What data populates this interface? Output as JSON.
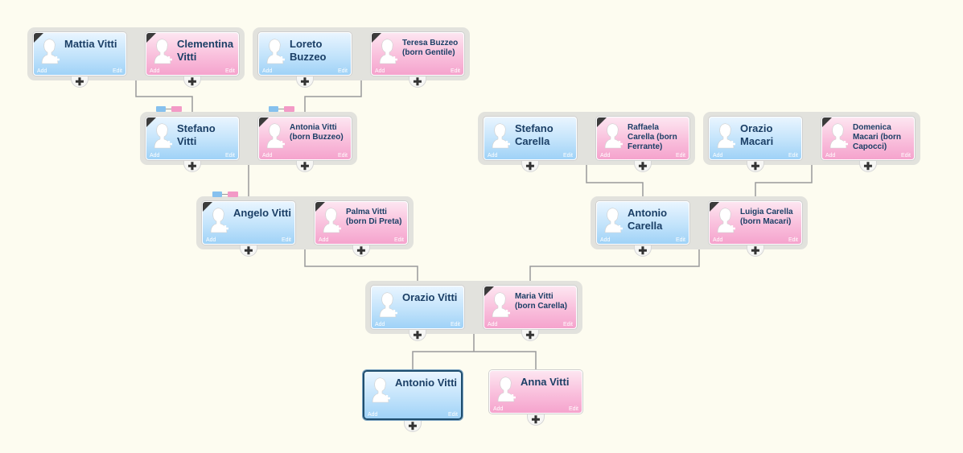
{
  "labels": {
    "add": "Add",
    "edit": "Edit",
    "plus": "✚"
  },
  "people": {
    "mattia": {
      "name": "Mattia Vitti",
      "gender": "male"
    },
    "clementina": {
      "name": "Clementina Vitti",
      "gender": "female"
    },
    "loreto": {
      "name": "Loreto Buzzeo",
      "gender": "male"
    },
    "teresa": {
      "name": "Teresa Buzzeo (born Gentile)",
      "gender": "female"
    },
    "stefano_v": {
      "name": "Stefano Vitti",
      "gender": "male"
    },
    "antonia": {
      "name": "Antonia Vitti (born Buzzeo)",
      "gender": "female"
    },
    "stefano_c": {
      "name": "Stefano Carella",
      "gender": "male"
    },
    "raffaela": {
      "name": "Raffaela Carella (born Ferrante)",
      "gender": "female"
    },
    "orazio_m": {
      "name": "Orazio Macari",
      "gender": "male"
    },
    "domenica": {
      "name": "Domenica Macari (born Capocci)",
      "gender": "female"
    },
    "angelo": {
      "name": "Angelo Vitti",
      "gender": "male"
    },
    "palma": {
      "name": "Palma Vitti (born Di Preta)",
      "gender": "female"
    },
    "antonio_c": {
      "name": "Antonio Carella",
      "gender": "male"
    },
    "luigia": {
      "name": "Luigia Carella (born Macari)",
      "gender": "female"
    },
    "orazio_v": {
      "name": "Orazio Vitti",
      "gender": "male"
    },
    "maria": {
      "name": "Maria Vitti (born Carella)",
      "gender": "female"
    },
    "antonio_v": {
      "name": "Antonio Vitti",
      "gender": "male",
      "selected": true
    },
    "anna": {
      "name": "Anna Vitti",
      "gender": "female"
    }
  },
  "colors": {
    "male_card": "#9fd2f7",
    "female_card": "#f5a3cd",
    "name_text": "#1b3f66",
    "background": "#fdfcf0",
    "selected_border": "#1f4e6e"
  }
}
